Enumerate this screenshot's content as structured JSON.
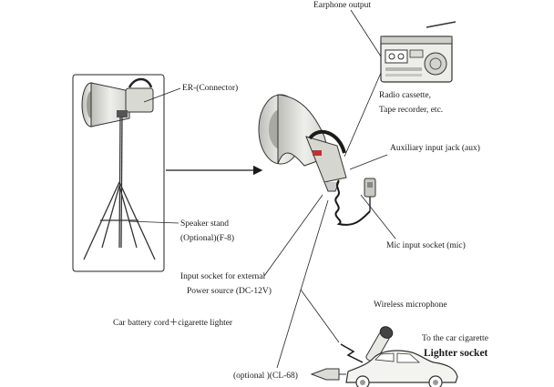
{
  "labels": {
    "earphone_output": "Earphone output",
    "er_connector": "ER-(Connector)",
    "radio_cassette_1": "Radio cassette,",
    "radio_cassette_2": "Tape recorder, etc.",
    "aux_jack": "Auxiliary input jack (aux)",
    "speaker_stand_1": "Speaker stand",
    "speaker_stand_2": "(Optional)(F-8)",
    "mic_socket": "Mic input socket (mic)",
    "ext_power_1": "Input socket for external",
    "ext_power_2": "Power source (DC-12V)",
    "wireless_mic": "Wireless microphone",
    "car_battery": "Car battery cord＋cigarette lighter",
    "car_cig_1": "To the car cigarette",
    "car_cig_2": "Lighter socket",
    "optional_cl68": "(optional )(CL-68)"
  }
}
